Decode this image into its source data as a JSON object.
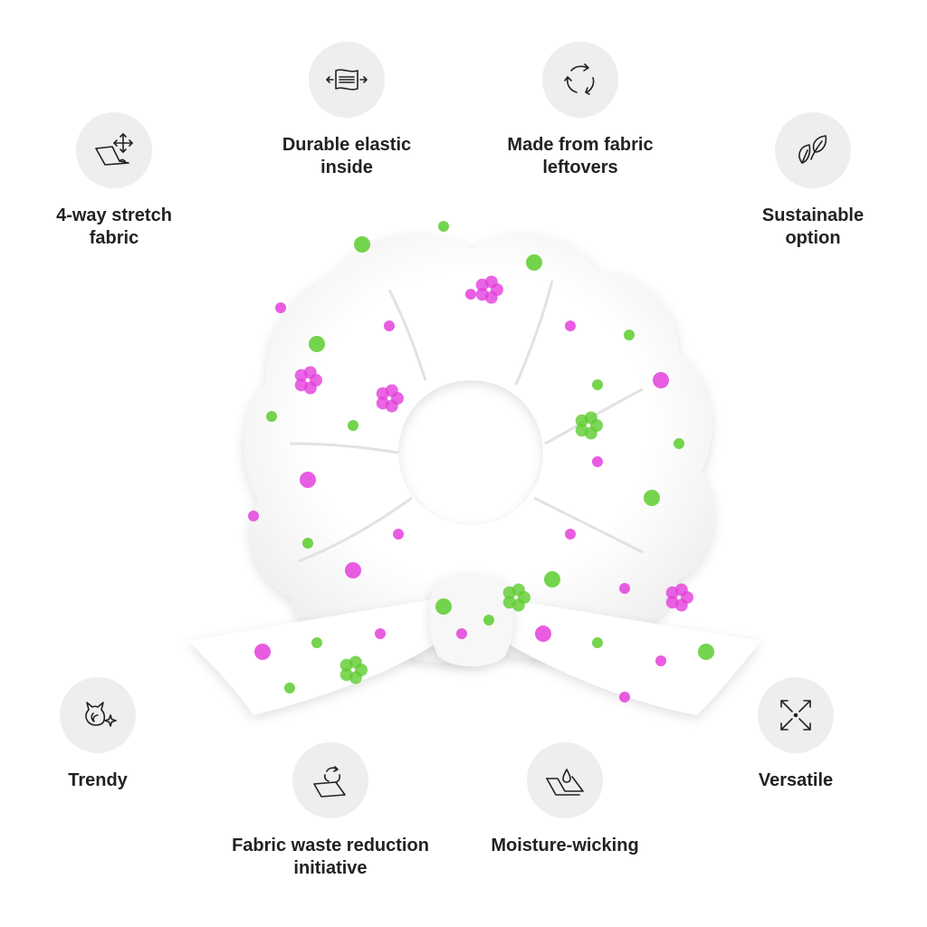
{
  "features": {
    "stretch": {
      "label": "4-way stretch\nfabric",
      "icon": "fabric-stretch-icon"
    },
    "elastic": {
      "label": "Durable elastic\ninside",
      "icon": "elastic-band-icon"
    },
    "leftovers": {
      "label": "Made from fabric\nleftovers",
      "icon": "recycle-arrows-icon"
    },
    "sustainable": {
      "label": "Sustainable\noption",
      "icon": "leaf-icon"
    },
    "trendy": {
      "label": "Trendy",
      "icon": "cat-moon-sparkle-icon"
    },
    "waste": {
      "label": "Fabric waste reduction\ninitiative",
      "icon": "fabric-recycle-icon"
    },
    "moisture": {
      "label": "Moisture-wicking",
      "icon": "water-drop-fabric-icon"
    },
    "versatile": {
      "label": "Versatile",
      "icon": "expand-arrows-icon"
    }
  },
  "colors": {
    "icon_bg": "#eeeeee",
    "pattern_pink": "#e43fdc",
    "pattern_green": "#5ccc2e",
    "text": "#222222"
  }
}
